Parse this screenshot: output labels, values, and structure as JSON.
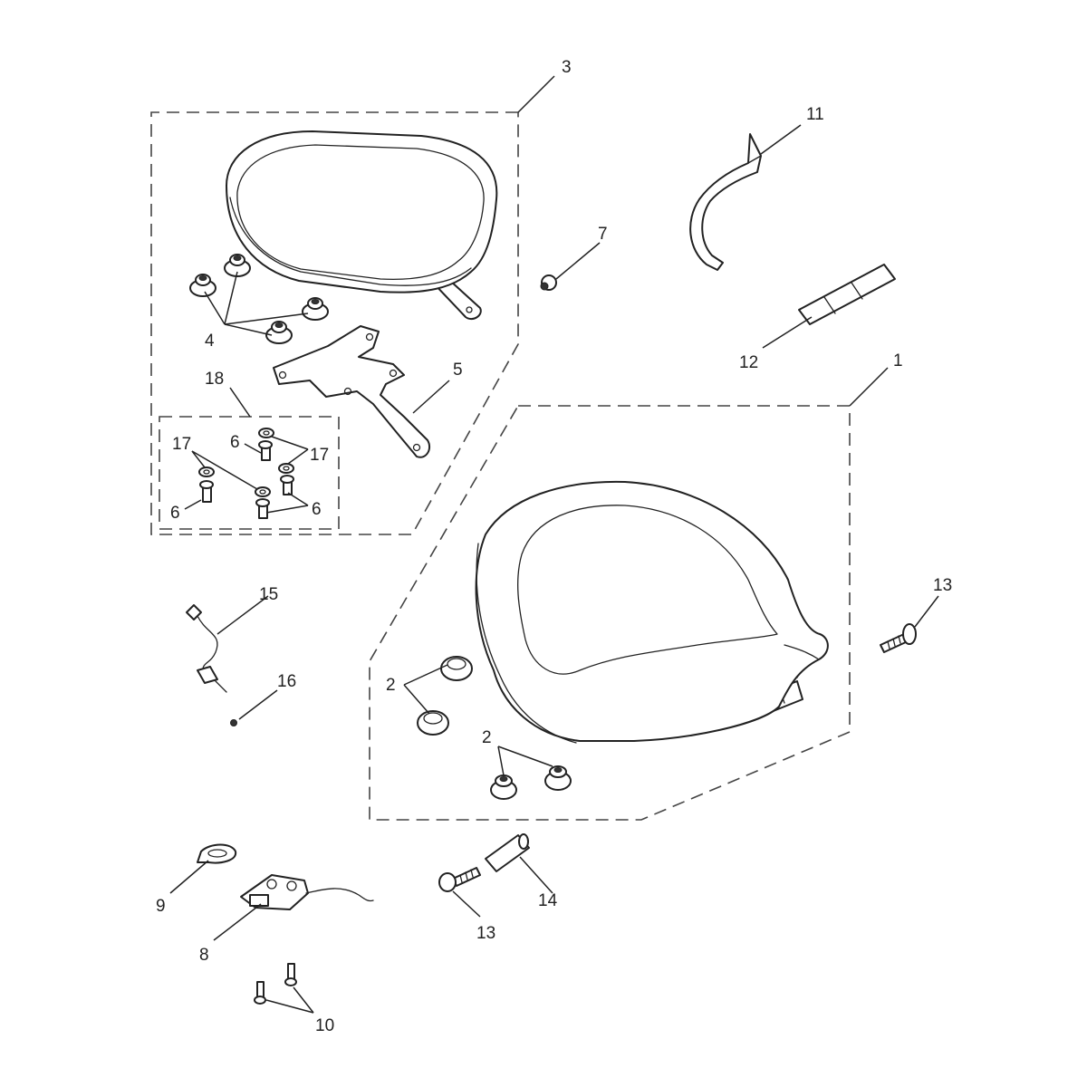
{
  "callouts": {
    "c1": "1",
    "c2a": "2",
    "c2b": "2",
    "c3": "3",
    "c4": "4",
    "c5": "5",
    "c6a": "6",
    "c6b": "6",
    "c6c": "6",
    "c7": "7",
    "c8": "8",
    "c9": "9",
    "c10": "10",
    "c11": "11",
    "c12": "12",
    "c13a": "13",
    "c13b": "13",
    "c14": "14",
    "c15": "15",
    "c16": "16",
    "c17a": "17",
    "c17b": "17",
    "c18": "18"
  },
  "colors": {
    "line": "#222222",
    "background": "#ffffff"
  }
}
